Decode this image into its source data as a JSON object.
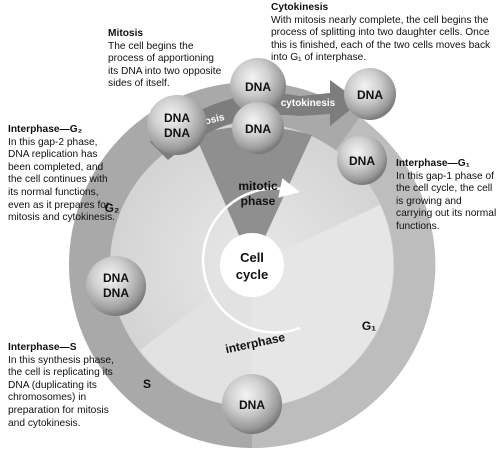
{
  "captions": {
    "mitosis": {
      "title": "Mitosis",
      "text": "The cell begins the process of apportioning its DNA into two opposite sides of itself."
    },
    "cytokinesis": {
      "title": "Cytokinesis",
      "text": "With mitosis nearly complete, the cell begins the process of splitting into two daughter cells. Once this is finished, each of the two cells moves back into G₁ of interphase."
    },
    "g2": {
      "title": "Interphase—G₂",
      "text": "In this gap-2 phase, DNA replication has been completed, and the cell continues with its normal functions, even as it prepares for mitosis and cytokinesis."
    },
    "g1": {
      "title": "Interphase—G₁",
      "text": "In this gap-1 phase of the cell cycle, the cell is growing and carrying out its normal functions."
    },
    "s": {
      "title": "Interphase—S",
      "text": "In this synthesis phase, the cell is replicating its DNA (duplicating its chromosomes) in preparation for mitosis and cytokinesis."
    }
  },
  "diagram": {
    "center": {
      "line1": "Cell",
      "line2": "cycle"
    },
    "mitotic_phase": {
      "line1": "mitotic",
      "line2": "phase"
    },
    "interphase": "interphase",
    "ring_labels": {
      "g2": "G₂",
      "g1": "G₁",
      "s": "S"
    },
    "arrow_labels": {
      "mitosis": "mitosis",
      "cytokinesis": "cytokinesis"
    },
    "cells": {
      "g2": [
        "DNA",
        "DNA"
      ],
      "mitosis": [
        "DNA"
      ],
      "mitosis_lower": [
        "DNA"
      ],
      "daughter_top": [
        "DNA"
      ],
      "daughter_right": [
        "DNA"
      ],
      "s_start": [
        "DNA",
        "DNA"
      ],
      "g1_bottom": [
        "DNA"
      ]
    }
  },
  "colors": {
    "ring": "#a9a9a9",
    "ring_light": "#c8c8c8",
    "inner": "#dcdcdc",
    "mitotic_wedge": "#8f8f8f",
    "arrow": "#7d7d7d",
    "center": "#ffffff"
  }
}
